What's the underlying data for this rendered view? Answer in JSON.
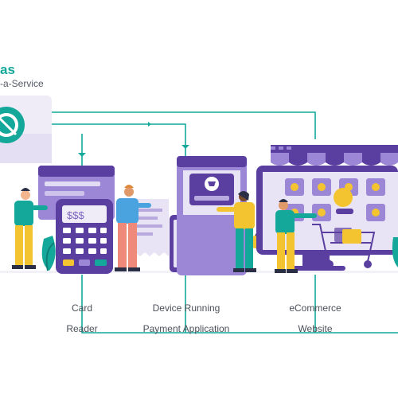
{
  "header": {
    "brand_fragment": "as",
    "tagline_fragment": "-a-Service"
  },
  "card_reader": {
    "screen_text": "$$$",
    "label_line1": "Card",
    "label_line2": "Reader"
  },
  "device": {
    "label_line1": "Device Running",
    "label_line2": "Payment Application"
  },
  "ecommerce": {
    "label_line1": "eCommerce",
    "label_line2": "Website"
  },
  "colors": {
    "teal": "#14a89a",
    "purple": "#5b3fa0",
    "light_purple": "#e9e4f5",
    "mid_purple": "#9c86d6",
    "yellow": "#f4c430",
    "dark_navy": "#2a2f45"
  }
}
